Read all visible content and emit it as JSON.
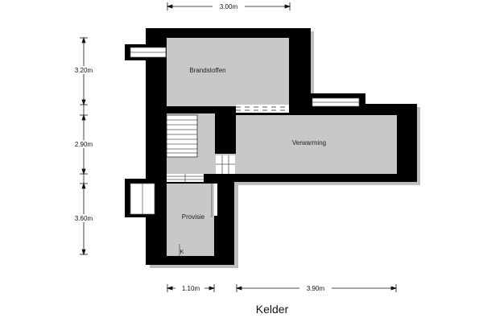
{
  "plan": {
    "title": "Kelder",
    "colors": {
      "wall": "#000000",
      "room": "#c8c8c8",
      "shadow": "#bdbdbd",
      "stair": "#ffffff"
    },
    "rooms": {
      "brandstoffen": "Brandstoffen",
      "verwarming": "Verwarming",
      "provisie": "Provisie",
      "kast": "K"
    },
    "dimensions": {
      "top_width": "3.00m",
      "left_top_height": "3.20m",
      "left_mid_height": "2.90m",
      "left_bottom_height": "3.60m",
      "bottom_left_width": "1.10m",
      "bottom_right_width": "3.90m"
    }
  }
}
